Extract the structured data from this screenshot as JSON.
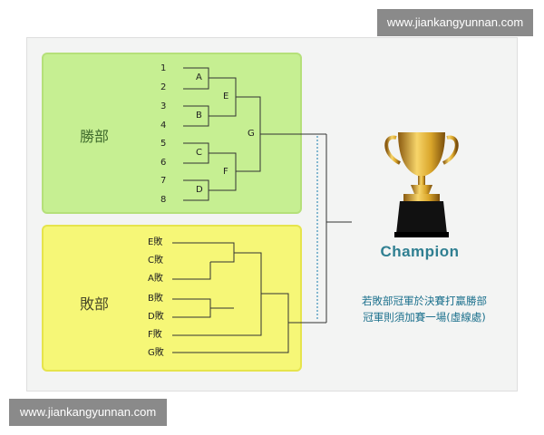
{
  "watermark": {
    "top": "www.jiankangyunnan.com",
    "bottom": "www.jiankangyunnan.com"
  },
  "winners": {
    "title": "勝部",
    "seeds": [
      "1",
      "2",
      "3",
      "4",
      "5",
      "6",
      "7",
      "8"
    ],
    "round1": [
      "A",
      "B",
      "C",
      "D"
    ],
    "round2": [
      "E",
      "F"
    ],
    "final": "G"
  },
  "losers": {
    "title": "敗部",
    "entries": [
      "E敗",
      "C敗",
      "A敗",
      "B敗",
      "D敗",
      "F敗",
      "G敗"
    ]
  },
  "champion": {
    "label": "Champion"
  },
  "note": {
    "line1": "若敗部冠軍於決賽打贏勝部",
    "line2": "冠軍則須加賽一場(虛線處)"
  },
  "colors": {
    "winners_bg": "#c6ef92",
    "losers_bg": "#f6f777",
    "champion_text": "#2f7f91",
    "note_text": "#1a6f8c",
    "dashed_line": "#3a8fb8"
  }
}
